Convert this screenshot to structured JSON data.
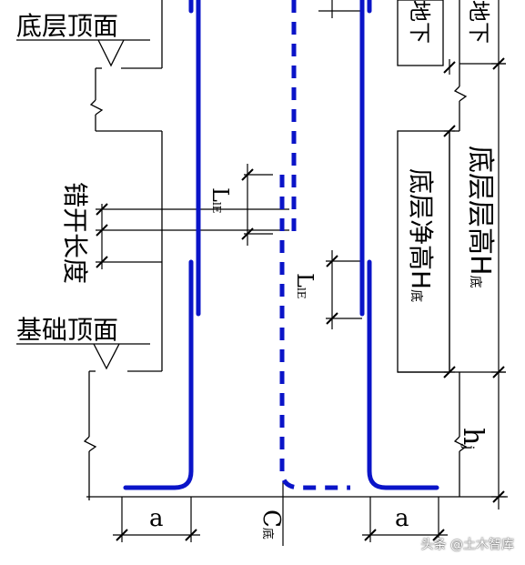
{
  "labels": {
    "ground_top": "底层顶面",
    "foundation_top": "基础顶面",
    "stagger_length": "错开长度",
    "basement": "地下",
    "basement2": "地下",
    "clear_height_main": "底层净高H",
    "clear_height_sub": "底",
    "floor_height_main": "底层层高H",
    "floor_height_sub": "底",
    "lap_left_main": "L",
    "lap_left_sub": "lE",
    "lap_right_main": "L",
    "lap_right_sub": "lE",
    "bottom_cover_main": "C",
    "bottom_cover_sub": "底",
    "anchor_left": "a",
    "anchor_right": "a",
    "hj_main": "h",
    "hj_sub": "j"
  },
  "watermark": "头条 @土木智库",
  "colors": {
    "rebar": "#0a14c8",
    "line": "#000000",
    "background": "#ffffff"
  }
}
